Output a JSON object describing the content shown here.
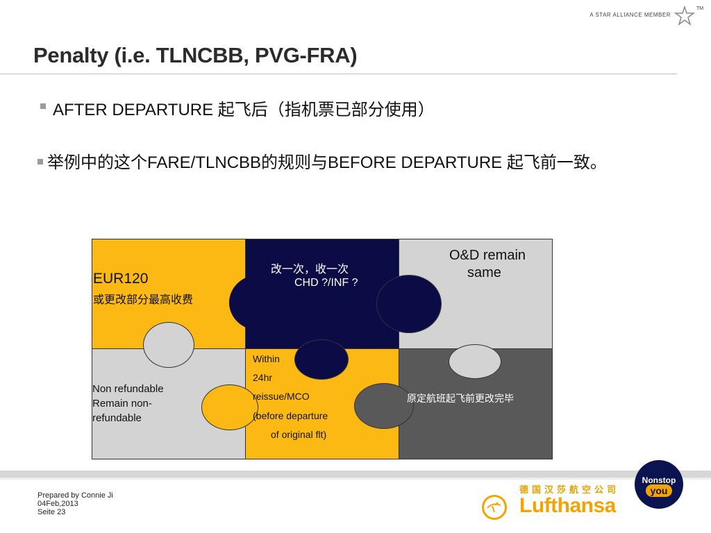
{
  "header": {
    "alliance_text": "A STAR ALLIANCE MEMBER",
    "tm": "TM",
    "title": "Penalty (i.e. TLNCBB, PVG-FRA)"
  },
  "bullets": [
    {
      "text": "AFTER DEPARTURE  起飞后（指机票已部分使用）"
    },
    {
      "text": "举例中的这个FARE/TLNCBB的规则与BEFORE DEPARTURE 起飞前一致。"
    }
  ],
  "puzzle": {
    "cell_tl": {
      "line1": "EUR120",
      "line2": "或更改部分最高收费"
    },
    "cell_tc": {
      "line1": "改一次，收一次",
      "line2": "CHD ?/INF ?"
    },
    "cell_tr": {
      "line1": "O&D remain",
      "line2": "same"
    },
    "cell_bl": {
      "line1": "Non refundable",
      "line2": "Remain non-",
      "line3": "refundable"
    },
    "cell_bc": {
      "line1": "Within",
      "line2": "24hr",
      "line3": "reissue/MCO",
      "line4": "(before departure",
      "line5": "of original flt)"
    },
    "cell_br": {
      "line1": "原定航班起飞前更改完毕"
    }
  },
  "colors": {
    "yellow": "#fdb913",
    "navy": "#0b0b45",
    "light_gray": "#d3d3d3",
    "dark_gray": "#595959",
    "lufthansa_yellow": "#f5a300"
  },
  "footer": {
    "prepared": "Prepared by Connie Ji",
    "date": "04Feb,2013",
    "page": "Seite 23"
  },
  "branding": {
    "lufthansa_cn": "德国汉莎航空公司",
    "lufthansa_name": "Lufthansa",
    "nonstop_line1": "Nonstop",
    "nonstop_line2": "you"
  }
}
